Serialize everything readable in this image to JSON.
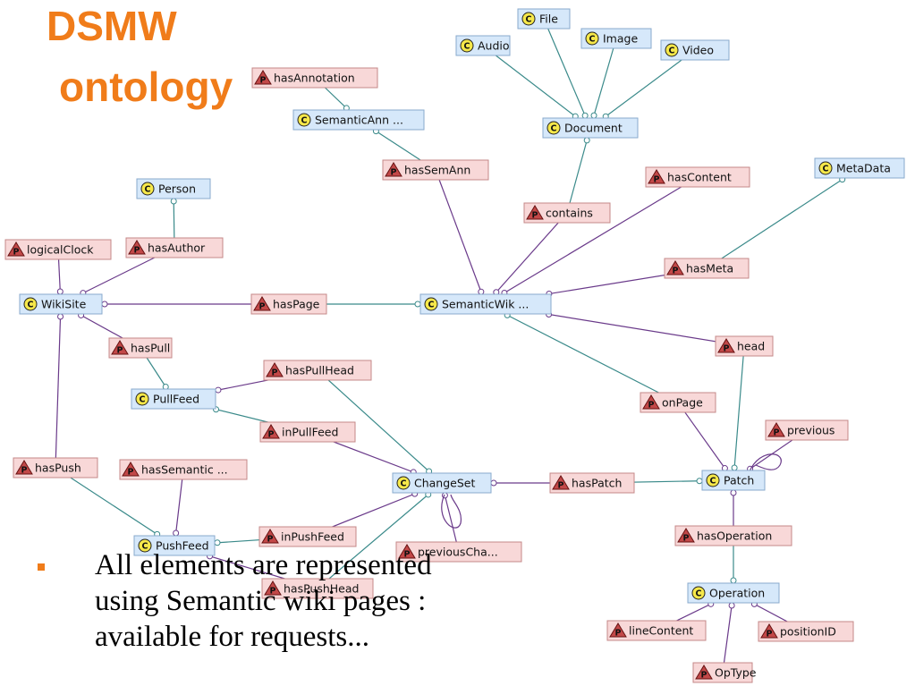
{
  "slide": {
    "title_line1": "DSMW",
    "title_line2": "ontology",
    "bullet_lines": [
      "All elements are represented",
      "using Semantic wiki pages :",
      "available for requests..."
    ]
  },
  "colors": {
    "title": "#f07c1a",
    "class_box_fill": "#d6e8fa",
    "class_box_border": "#88aacc",
    "property_box_fill": "#f8d8d8",
    "property_box_border": "#c48888",
    "edge_purple": "#6a3a8a",
    "edge_teal": "#3a8a8a"
  },
  "diagram": {
    "nodes": [
      {
        "id": "audio",
        "kind": "class",
        "label": "Audio"
      },
      {
        "id": "file",
        "kind": "class",
        "label": "File"
      },
      {
        "id": "image",
        "kind": "class",
        "label": "Image"
      },
      {
        "id": "video",
        "kind": "class",
        "label": "Video"
      },
      {
        "id": "hasAnnotation",
        "kind": "property",
        "label": "hasAnnotation"
      },
      {
        "id": "semanticAnn",
        "kind": "class",
        "label": "SemanticAnn ..."
      },
      {
        "id": "document",
        "kind": "class",
        "label": "Document"
      },
      {
        "id": "hasSemAnn",
        "kind": "property",
        "label": "hasSemAnn"
      },
      {
        "id": "hasContent",
        "kind": "property",
        "label": "hasContent"
      },
      {
        "id": "metaData",
        "kind": "class",
        "label": "MetaData"
      },
      {
        "id": "person",
        "kind": "class",
        "label": "Person"
      },
      {
        "id": "contains",
        "kind": "property",
        "label": "contains"
      },
      {
        "id": "logicalClock",
        "kind": "property",
        "label": "logicalClock"
      },
      {
        "id": "hasAuthor",
        "kind": "property",
        "label": "hasAuthor"
      },
      {
        "id": "hasMeta",
        "kind": "property",
        "label": "hasMeta"
      },
      {
        "id": "wikiSite",
        "kind": "class",
        "label": "WikiSite"
      },
      {
        "id": "hasPage",
        "kind": "property",
        "label": "hasPage"
      },
      {
        "id": "semanticWik",
        "kind": "class",
        "label": "SemanticWik ..."
      },
      {
        "id": "hasPull",
        "kind": "property",
        "label": "hasPull"
      },
      {
        "id": "head",
        "kind": "property",
        "label": "head"
      },
      {
        "id": "hasPullHead",
        "kind": "property",
        "label": "hasPullHead"
      },
      {
        "id": "pullFeed",
        "kind": "class",
        "label": "PullFeed"
      },
      {
        "id": "onPage",
        "kind": "property",
        "label": "onPage"
      },
      {
        "id": "inPullFeed",
        "kind": "property",
        "label": "inPullFeed"
      },
      {
        "id": "previous",
        "kind": "property",
        "label": "previous"
      },
      {
        "id": "hasPush",
        "kind": "property",
        "label": "hasPush"
      },
      {
        "id": "hasSemantic",
        "kind": "property",
        "label": "hasSemantic ..."
      },
      {
        "id": "changeSet",
        "kind": "class",
        "label": "ChangeSet"
      },
      {
        "id": "hasPatch",
        "kind": "property",
        "label": "hasPatch"
      },
      {
        "id": "patch",
        "kind": "class",
        "label": "Patch"
      },
      {
        "id": "inPushFeed",
        "kind": "property",
        "label": "inPushFeed"
      },
      {
        "id": "pushFeed",
        "kind": "class",
        "label": "PushFeed"
      },
      {
        "id": "previousCha",
        "kind": "property",
        "label": "previousCha..."
      },
      {
        "id": "hasOperation",
        "kind": "property",
        "label": "hasOperation"
      },
      {
        "id": "hasPushHead",
        "kind": "property",
        "label": "hasPushHead"
      },
      {
        "id": "operation",
        "kind": "class",
        "label": "Operation"
      },
      {
        "id": "lineContent",
        "kind": "property",
        "label": "lineContent"
      },
      {
        "id": "positionID",
        "kind": "property",
        "label": "positionID"
      },
      {
        "id": "opType",
        "kind": "property",
        "label": "OpType"
      }
    ],
    "edges": [
      {
        "from": "audio",
        "to": "document",
        "kind": "subclass"
      },
      {
        "from": "file",
        "to": "document",
        "kind": "subclass"
      },
      {
        "from": "image",
        "to": "document",
        "kind": "subclass"
      },
      {
        "from": "video",
        "to": "document",
        "kind": "subclass"
      },
      {
        "from": "hasAnnotation",
        "to": "semanticAnn",
        "kind": "range"
      },
      {
        "from": "hasSemAnn",
        "to": "semanticAnn",
        "kind": "range"
      },
      {
        "from": "hasSemAnn",
        "to": "semanticWik",
        "kind": "domain"
      },
      {
        "from": "contains",
        "to": "document",
        "kind": "range"
      },
      {
        "from": "contains",
        "to": "semanticWik",
        "kind": "domain"
      },
      {
        "from": "hasContent",
        "to": "semanticWik",
        "kind": "domain"
      },
      {
        "from": "hasMeta",
        "to": "metaData",
        "kind": "range"
      },
      {
        "from": "hasMeta",
        "to": "semanticWik",
        "kind": "domain"
      },
      {
        "from": "hasAuthor",
        "to": "person",
        "kind": "range"
      },
      {
        "from": "hasAuthor",
        "to": "wikiSite",
        "kind": "domain"
      },
      {
        "from": "logicalClock",
        "to": "wikiSite",
        "kind": "domain"
      },
      {
        "from": "hasPage",
        "to": "wikiSite",
        "kind": "domain"
      },
      {
        "from": "hasPage",
        "to": "semanticWik",
        "kind": "range"
      },
      {
        "from": "hasPull",
        "to": "wikiSite",
        "kind": "domain"
      },
      {
        "from": "hasPull",
        "to": "pullFeed",
        "kind": "range"
      },
      {
        "from": "hasPush",
        "to": "wikiSite",
        "kind": "domain"
      },
      {
        "from": "hasPush",
        "to": "pushFeed",
        "kind": "range"
      },
      {
        "from": "head",
        "to": "semanticWik",
        "kind": "domain"
      },
      {
        "from": "head",
        "to": "patch",
        "kind": "range"
      },
      {
        "from": "onPage",
        "to": "semanticWik",
        "kind": "range"
      },
      {
        "from": "onPage",
        "to": "patch",
        "kind": "domain"
      },
      {
        "from": "previous",
        "to": "patch",
        "kind": "domain"
      },
      {
        "from": "hasPullHead",
        "to": "pullFeed",
        "kind": "domain"
      },
      {
        "from": "hasPullHead",
        "to": "changeSet",
        "kind": "range"
      },
      {
        "from": "inPullFeed",
        "to": "pullFeed",
        "kind": "range"
      },
      {
        "from": "inPullFeed",
        "to": "changeSet",
        "kind": "domain"
      },
      {
        "from": "hasSemantic",
        "to": "pushFeed",
        "kind": "domain"
      },
      {
        "from": "hasPatch",
        "to": "changeSet",
        "kind": "domain"
      },
      {
        "from": "hasPatch",
        "to": "patch",
        "kind": "range"
      },
      {
        "from": "inPushFeed",
        "to": "changeSet",
        "kind": "domain"
      },
      {
        "from": "inPushFeed",
        "to": "pushFeed",
        "kind": "range"
      },
      {
        "from": "previousCha",
        "to": "changeSet",
        "kind": "domain"
      },
      {
        "from": "hasPushHead",
        "to": "pushFeed",
        "kind": "domain"
      },
      {
        "from": "hasPushHead",
        "to": "changeSet",
        "kind": "range"
      },
      {
        "from": "hasOperation",
        "to": "patch",
        "kind": "domain"
      },
      {
        "from": "hasOperation",
        "to": "operation",
        "kind": "range"
      },
      {
        "from": "lineContent",
        "to": "operation",
        "kind": "domain"
      },
      {
        "from": "positionID",
        "to": "operation",
        "kind": "domain"
      },
      {
        "from": "opType",
        "to": "operation",
        "kind": "domain"
      }
    ]
  }
}
